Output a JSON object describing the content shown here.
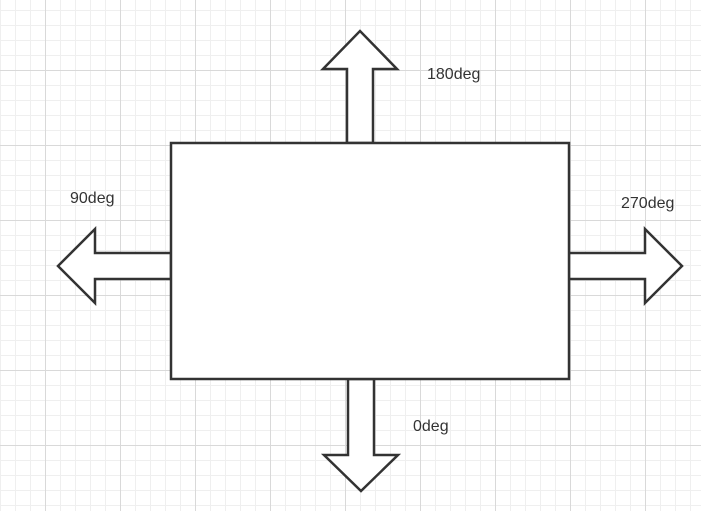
{
  "labels": {
    "top": "180deg",
    "left": "90deg",
    "right": "270deg",
    "bottom": "0deg"
  },
  "colors": {
    "stroke": "#333333",
    "fill": "#ffffff",
    "grid": "#d9d9d9",
    "text": "#333333"
  }
}
